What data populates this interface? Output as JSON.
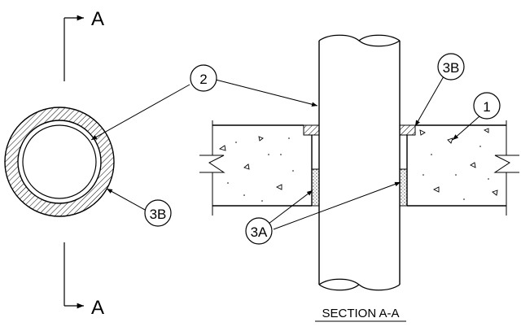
{
  "section_mark": {
    "top_letter": "A",
    "bottom_letter": "A"
  },
  "callouts": {
    "c1": "1",
    "c2": "2",
    "c3a": "3A",
    "c3b_left": "3B",
    "c3b_right": "3B"
  },
  "caption": "SECTION A-A",
  "colors": {
    "line": "#000000",
    "background": "#ffffff"
  }
}
